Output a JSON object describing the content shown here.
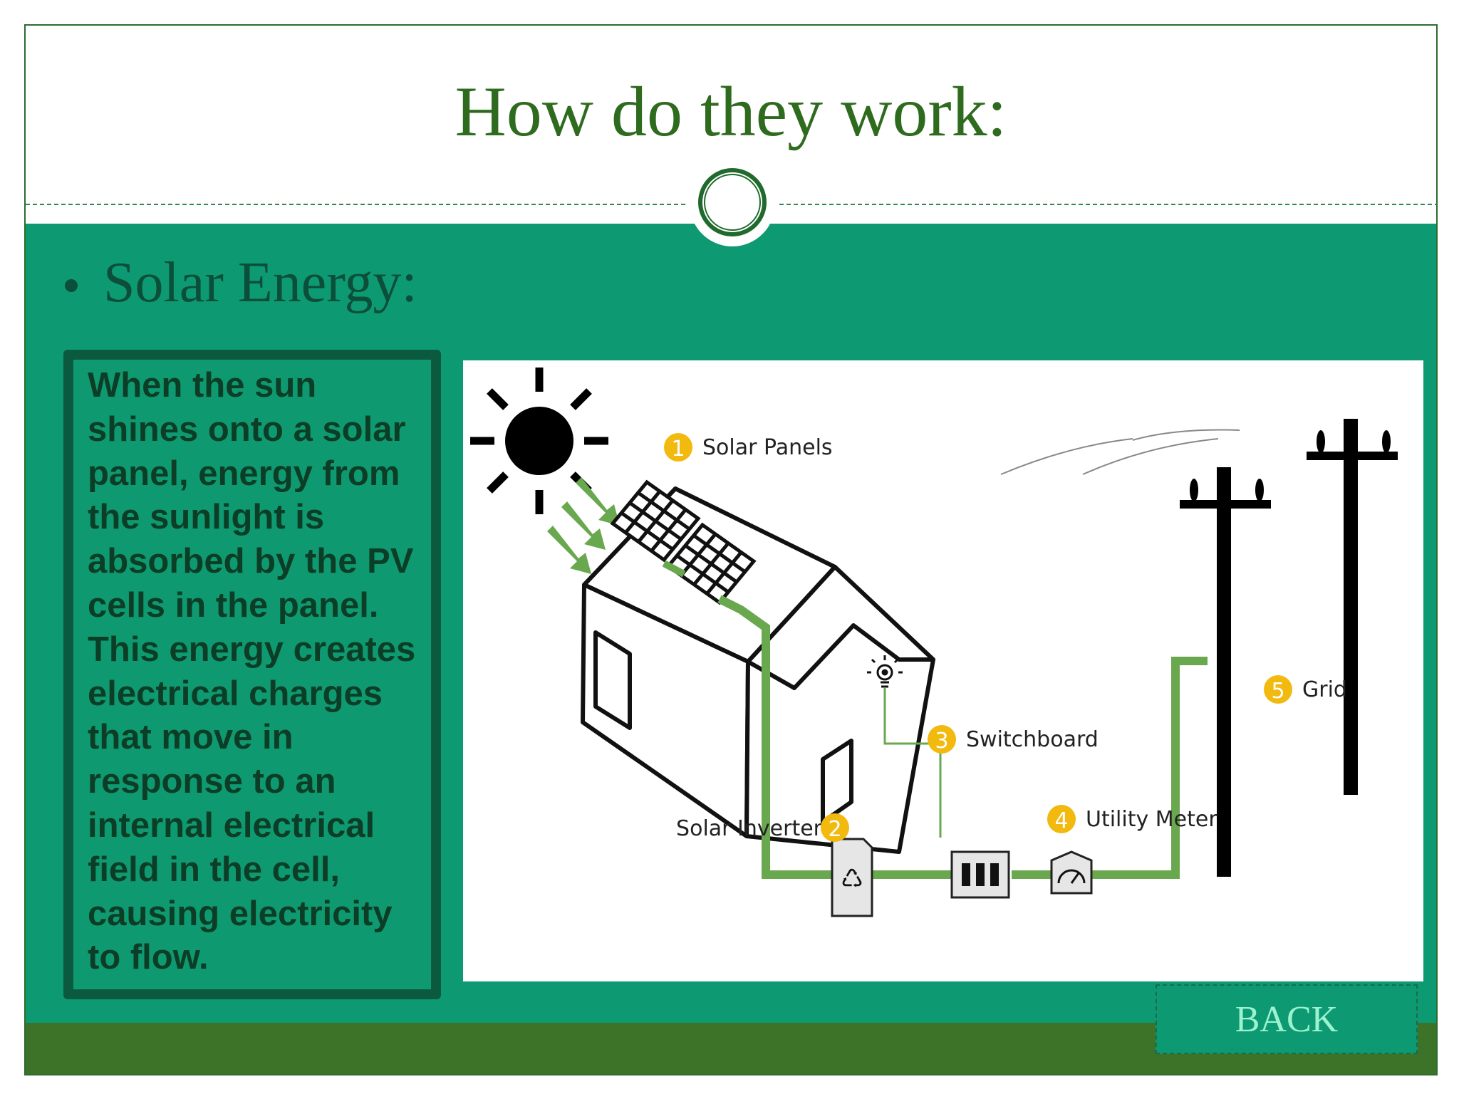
{
  "slide": {
    "title": "How do they work:",
    "bullet": "Solar Energy:",
    "body": "When the sun shines onto a solar panel, energy from the sunlight is absorbed by the PV cells in the panel. This energy creates electrical charges that move in response to an internal electrical field in the cell, causing electricity to flow.",
    "back_label": "BACK"
  },
  "diagram": {
    "labels": [
      {
        "num": "1",
        "text": "Solar Panels"
      },
      {
        "num": "2",
        "text": "Solar Inverter"
      },
      {
        "num": "3",
        "text": "Switchboard"
      },
      {
        "num": "4",
        "text": "Utility Meter"
      },
      {
        "num": "5",
        "text": "Grid"
      }
    ],
    "icons": [
      "sun-icon",
      "solar-panel-icon",
      "house-icon",
      "light-bulb-icon",
      "inverter-icon",
      "switchboard-icon",
      "meter-icon",
      "power-pole-icon"
    ]
  },
  "colors": {
    "teal": "#0d9a72",
    "dark_green": "#3c7328",
    "title_green": "#2f6b1f",
    "wire_green": "#6aa84f",
    "badge_yellow": "#f2b90f"
  }
}
